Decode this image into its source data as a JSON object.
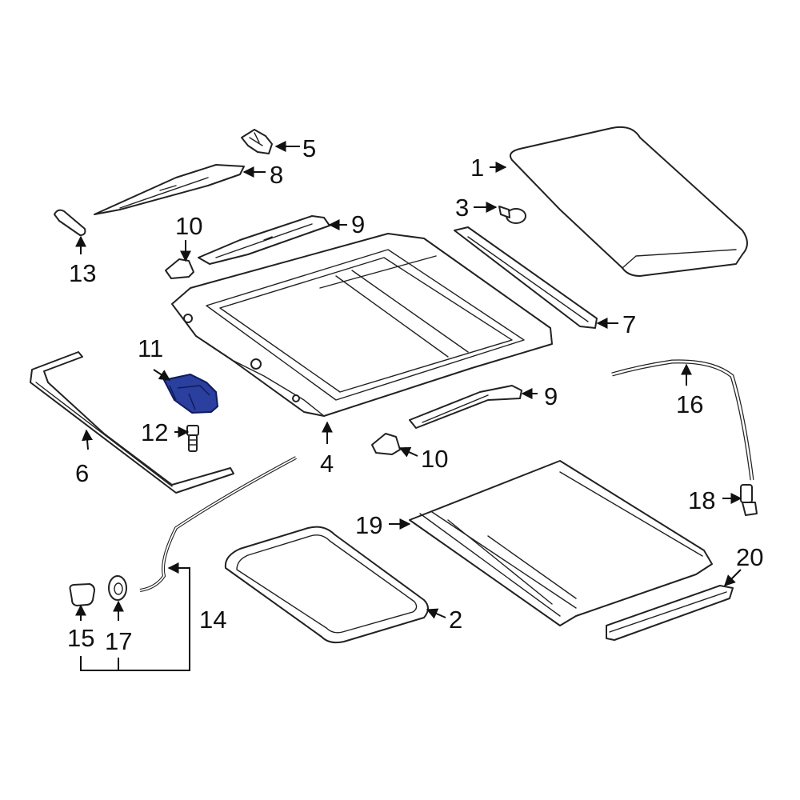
{
  "diagram": {
    "highlight_color": "#2a3f9e",
    "callouts": {
      "c1": "1",
      "c2": "2",
      "c3": "3",
      "c4": "4",
      "c5": "5",
      "c6": "6",
      "c7": "7",
      "c8": "8",
      "c9a": "9",
      "c9b": "9",
      "c10a": "10",
      "c10b": "10",
      "c11": "11",
      "c12": "12",
      "c13": "13",
      "c14": "14",
      "c15": "15",
      "c16": "16",
      "c17": "17",
      "c18": "18",
      "c19": "19",
      "c20": "20"
    }
  }
}
